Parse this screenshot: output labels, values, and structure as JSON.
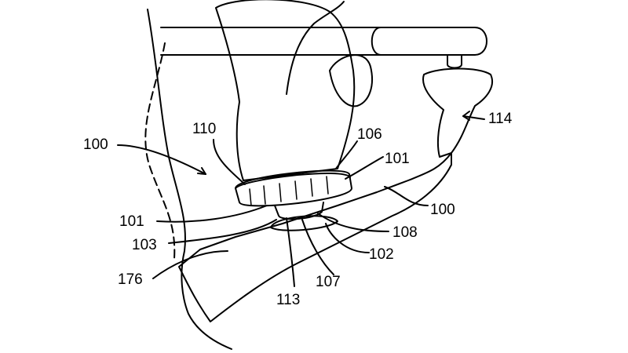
{
  "labels": [
    {
      "id": "100a",
      "text": "100"
    },
    {
      "id": "110",
      "text": "110"
    },
    {
      "id": "106",
      "text": "106"
    },
    {
      "id": "101a",
      "text": "101"
    },
    {
      "id": "114",
      "text": "114"
    },
    {
      "id": "100b",
      "text": "100"
    },
    {
      "id": "101b",
      "text": "101"
    },
    {
      "id": "103",
      "text": "103"
    },
    {
      "id": "108",
      "text": "108"
    },
    {
      "id": "102",
      "text": "102"
    },
    {
      "id": "176",
      "text": "176"
    },
    {
      "id": "107",
      "text": "107"
    },
    {
      "id": "113",
      "text": "113"
    }
  ]
}
